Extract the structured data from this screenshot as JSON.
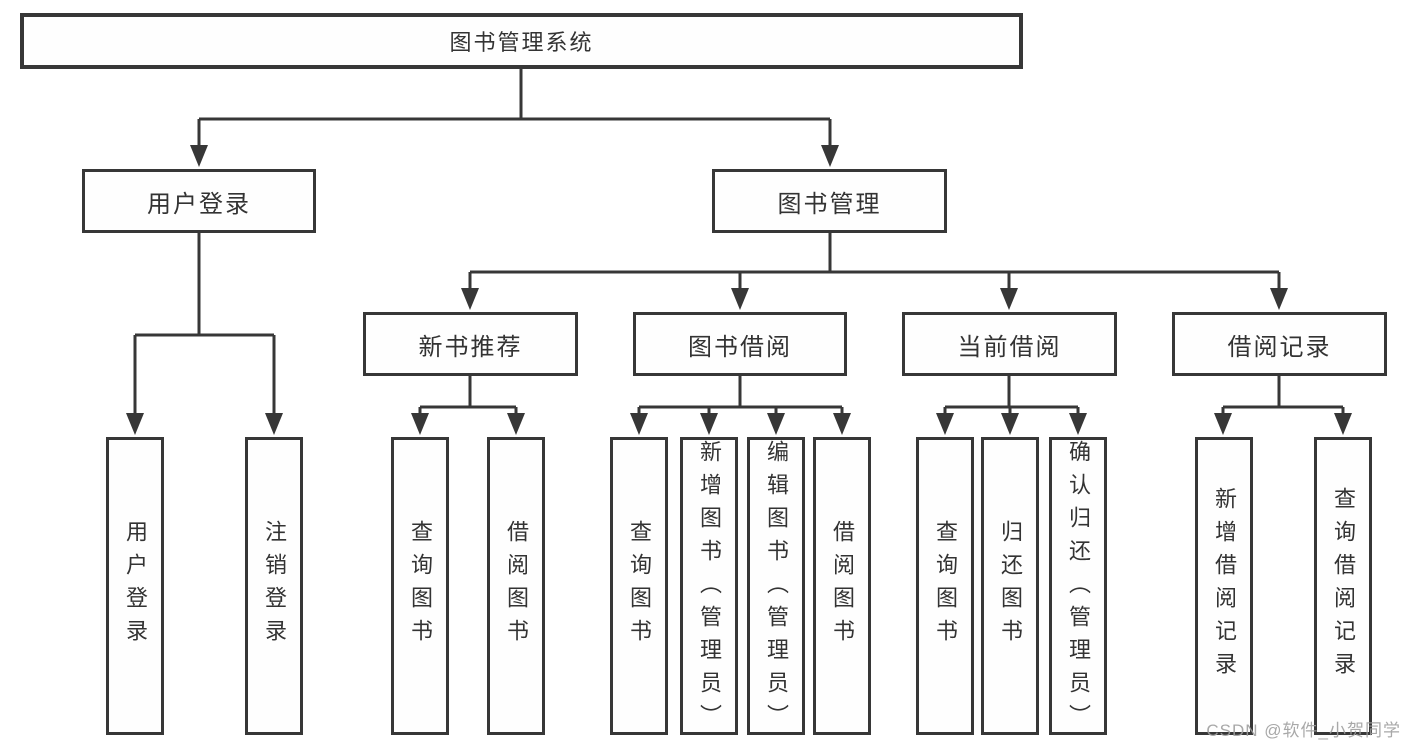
{
  "diagram": {
    "type": "hierarchy-tree",
    "root": {
      "label": "图书管理系统"
    }
  },
  "nodes": {
    "root": {
      "label": "图书管理系统"
    },
    "user_login": {
      "label": "用户登录"
    },
    "book_management": {
      "label": "图书管理"
    },
    "new_book_recommend": {
      "label": "新书推荐"
    },
    "book_borrowing": {
      "label": "图书借阅"
    },
    "current_borrowing": {
      "label": "当前借阅"
    },
    "borrowing_records": {
      "label": "借阅记录"
    },
    "leaf_user_login": {
      "label": "用户登录"
    },
    "leaf_logout": {
      "label": "注销登录"
    },
    "leaf_query_books_rec": {
      "label": "查询图书"
    },
    "leaf_borrow_books_rec": {
      "label": "借阅图书"
    },
    "leaf_query_books_borrow": {
      "label": "查询图书"
    },
    "leaf_add_books_admin": {
      "label": "新增图书（管理员）"
    },
    "leaf_edit_books_admin": {
      "label": "编辑图书（管理员）"
    },
    "leaf_borrow_books": {
      "label": "借阅图书"
    },
    "leaf_query_books_current": {
      "label": "查询图书"
    },
    "leaf_return_books": {
      "label": "归还图书"
    },
    "leaf_confirm_return_admin": {
      "label": "确认归还（管理员）"
    },
    "leaf_add_borrow_record": {
      "label": "新增借阅记录"
    },
    "leaf_query_borrow_record": {
      "label": "查询借阅记录"
    }
  },
  "hierarchy": {
    "图书管理系统": {
      "用户登录": [
        "用户登录",
        "注销登录"
      ],
      "图书管理": {
        "新书推荐": [
          "查询图书",
          "借阅图书"
        ],
        "图书借阅": [
          "查询图书",
          "新增图书（管理员）",
          "编辑图书（管理员）",
          "借阅图书"
        ],
        "当前借阅": [
          "查询图书",
          "归还图书",
          "确认归还（管理员）"
        ],
        "借阅记录": [
          "新增借阅记录",
          "查询借阅记录"
        ]
      }
    }
  },
  "watermark": {
    "text": "CSDN @软件_小贺同学"
  },
  "colors": {
    "line": "#373737",
    "box_border": "#373737",
    "box_fill": "#fefefe",
    "text": "#333333",
    "background": "#ffffff",
    "watermark": "#9e9e9e"
  }
}
